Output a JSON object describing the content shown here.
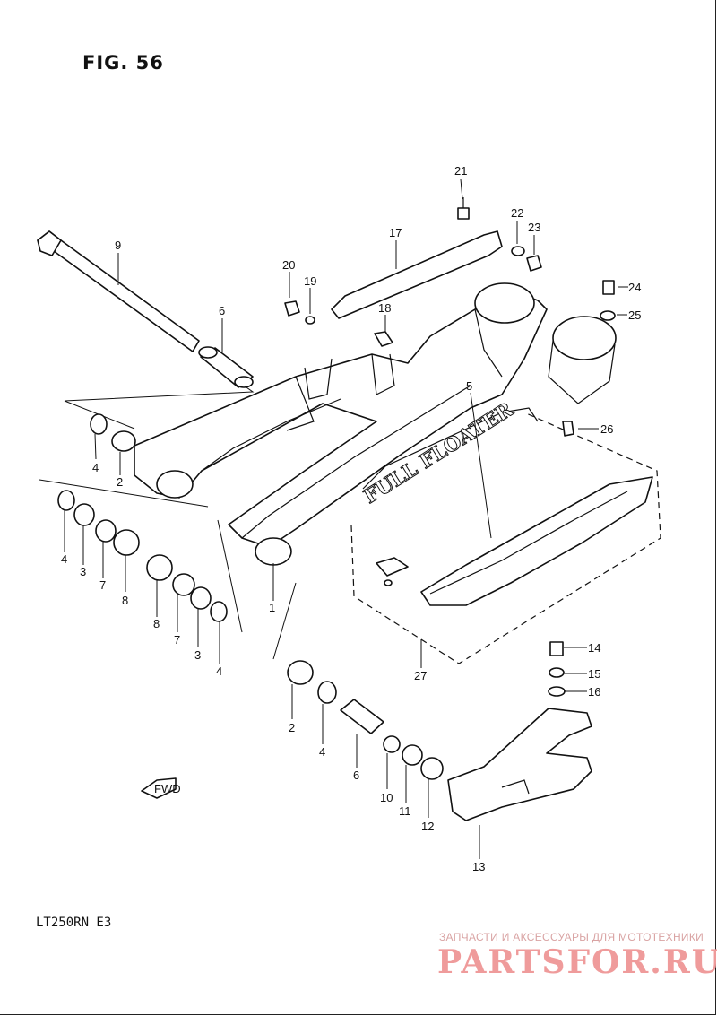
{
  "figure_title": "FIG. 56",
  "model_code": "LT250RN  E3",
  "direction_marker": "FWD",
  "watermark": {
    "tagline": "ЗАПЧАСТИ И АКСЕССУАРЫ ДЛЯ МОТОТЕХНИКИ",
    "logo": "PARTSFOR.RU"
  },
  "swingarm_logo": "FULL FLOATER",
  "callouts": [
    "21",
    "22",
    "23",
    "17",
    "9",
    "20",
    "19",
    "18",
    "6",
    "24",
    "25",
    "5",
    "26",
    "4",
    "2",
    "4",
    "3",
    "7",
    "8",
    "8",
    "7",
    "3",
    "4",
    "1",
    "27",
    "14",
    "15",
    "16",
    "2",
    "4",
    "6",
    "10",
    "11",
    "12",
    "13"
  ]
}
